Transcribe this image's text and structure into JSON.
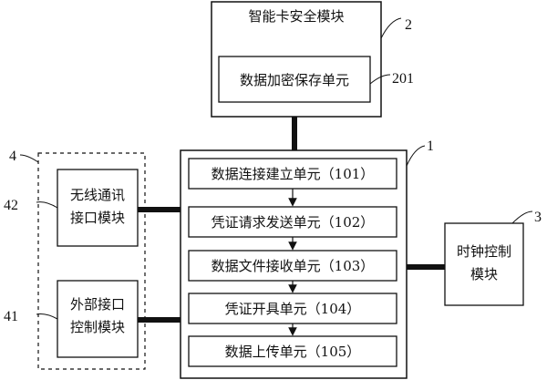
{
  "smart_card_module": {
    "title": "智能卡安全模块",
    "ref": "2"
  },
  "encrypt_unit": {
    "label": "数据加密保存单元",
    "ref": "201"
  },
  "main_module": {
    "ref": "1"
  },
  "units": [
    {
      "label": "数据连接建立单元（101）"
    },
    {
      "label": "凭证请求发送单元（102）"
    },
    {
      "label": "数据文件接收单元（103）"
    },
    {
      "label": "凭证开具单元（104）"
    },
    {
      "label": "数据上传单元（105）"
    }
  ],
  "interface_group": {
    "ref": "4"
  },
  "wireless_module": {
    "line1": "无线通讯",
    "line2": "接口模块",
    "ref": "42"
  },
  "external_module": {
    "line1": "外部接口",
    "line2": "控制模块",
    "ref": "41"
  },
  "clock_module": {
    "line1": "时钟控制",
    "line2": "模块",
    "ref": "3"
  }
}
